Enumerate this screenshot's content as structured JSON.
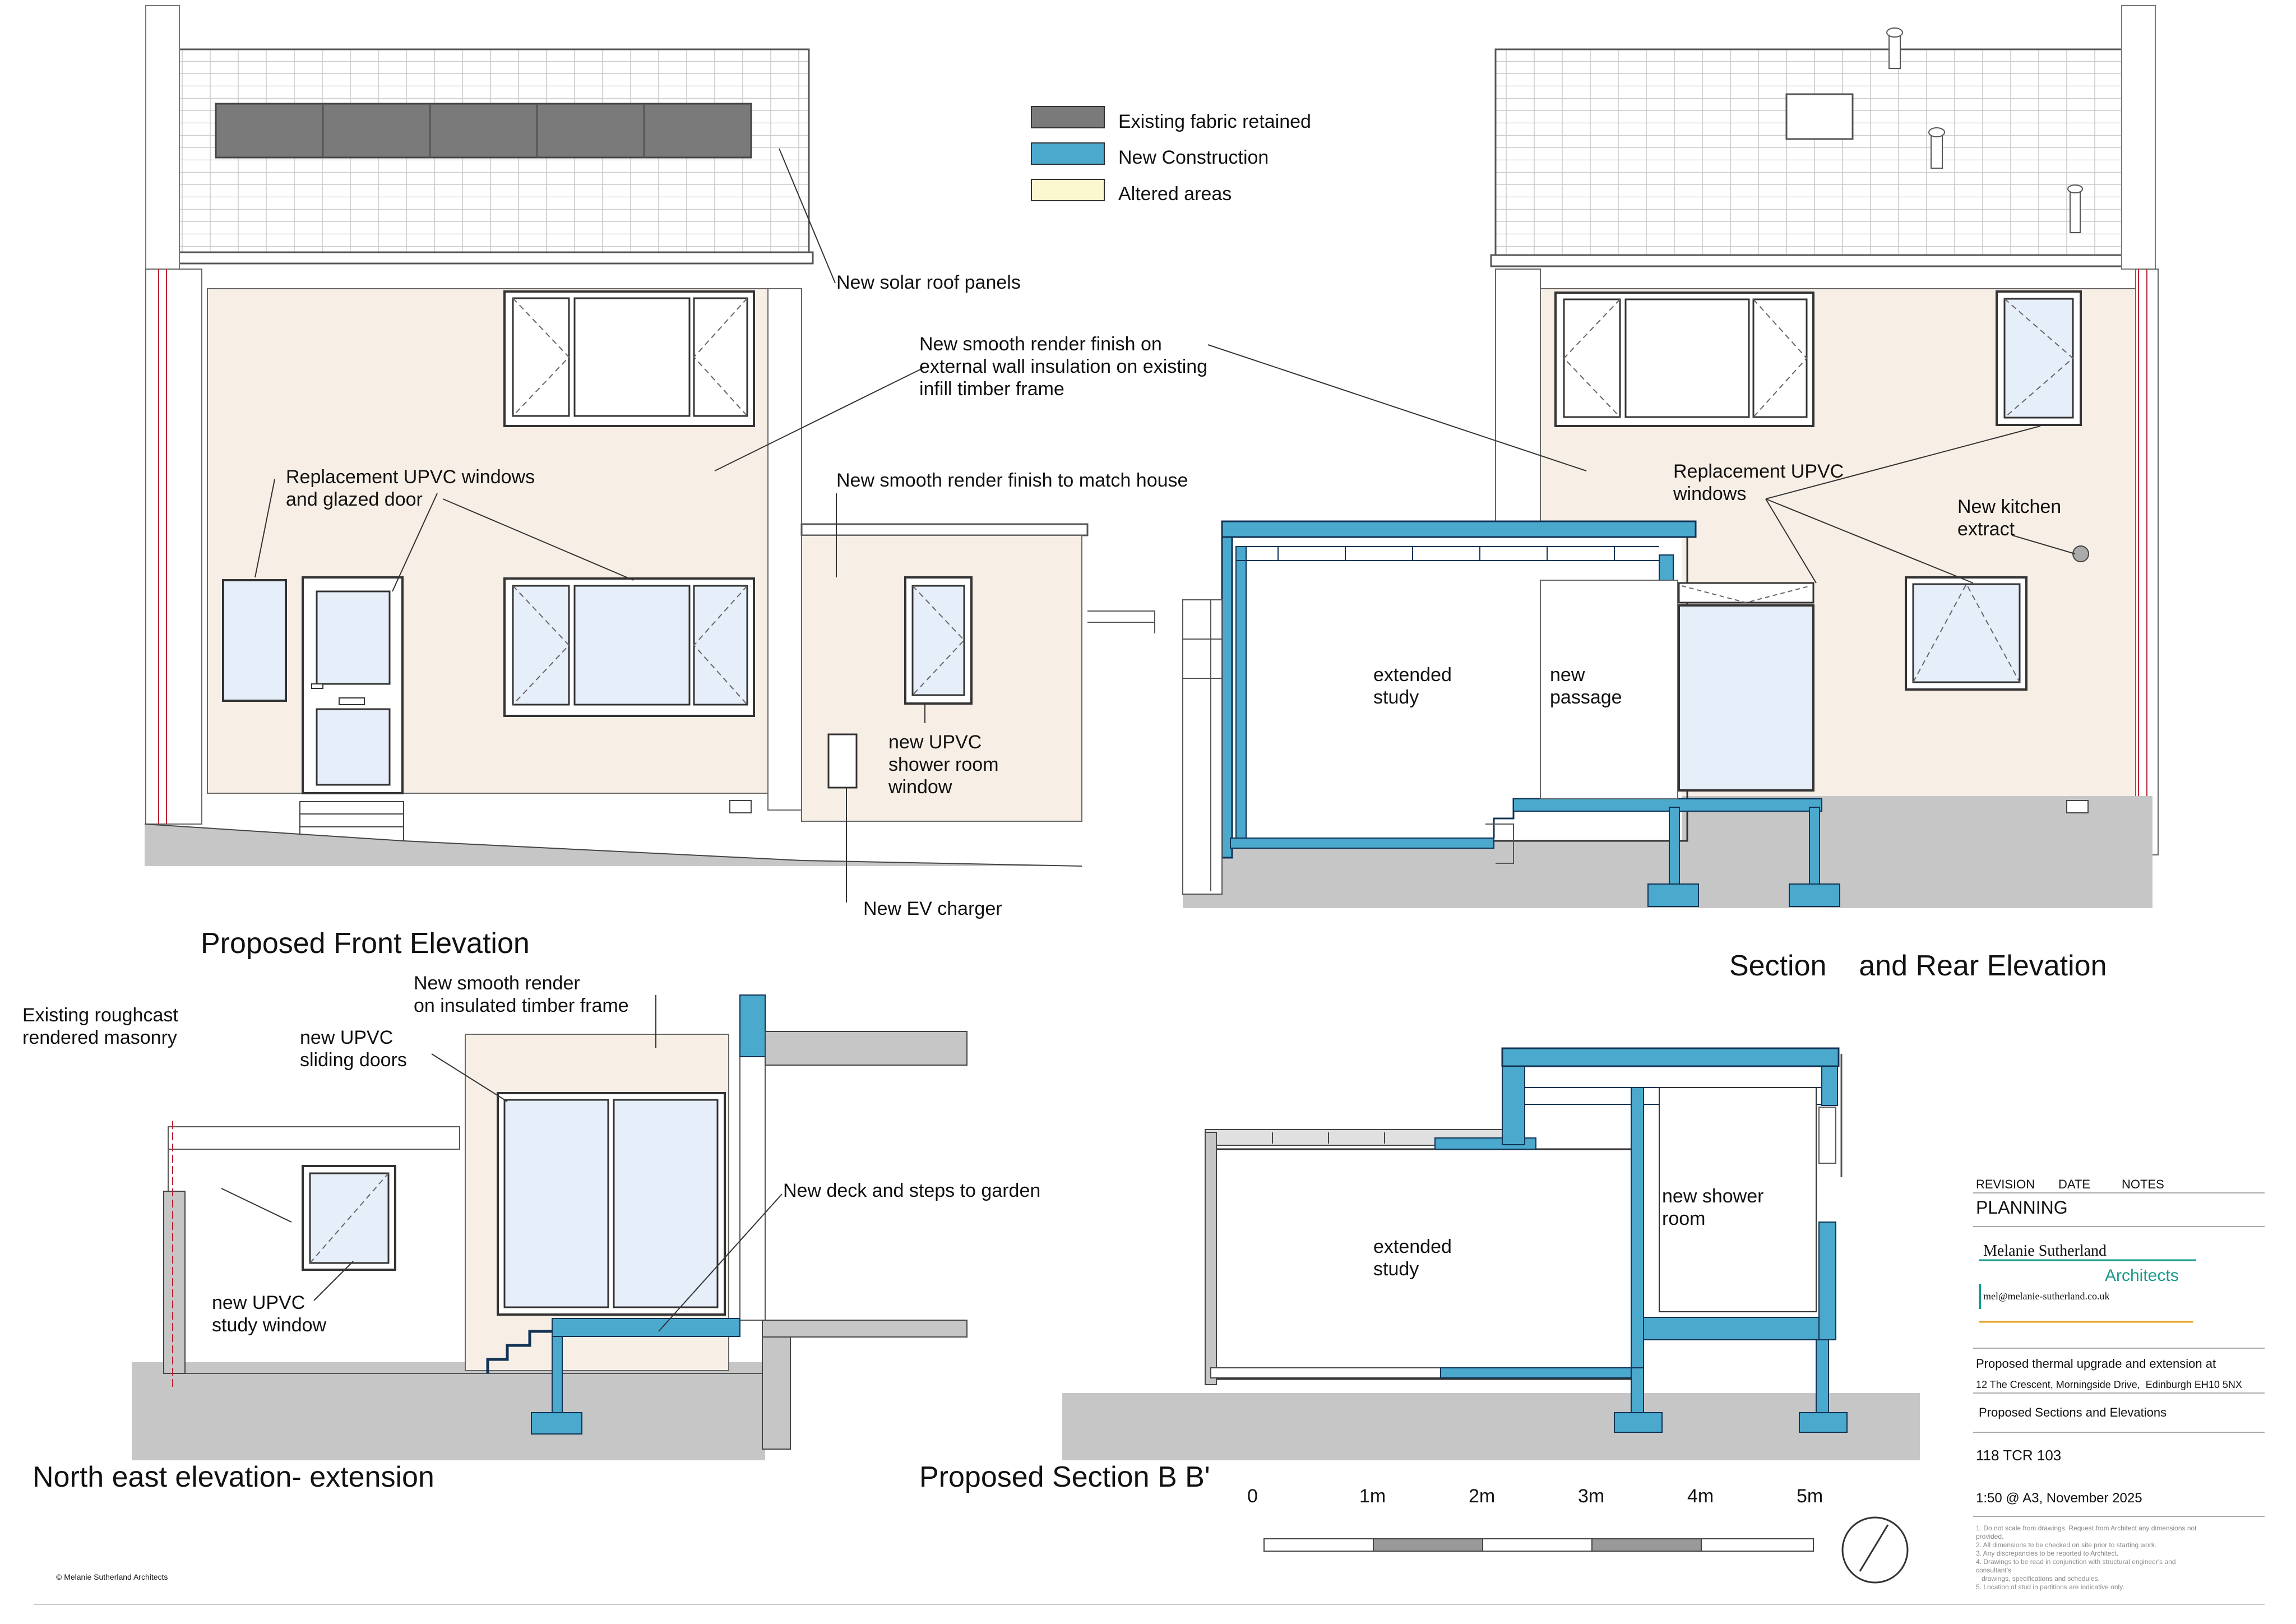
{
  "legend": {
    "existing": "Existing fabric retained",
    "new": "New Construction",
    "altered": "Altered areas"
  },
  "colors": {
    "existing_fabric": "#7a7a7a",
    "new_construction": "#4aa9cc",
    "altered_areas": "#fbf7cf",
    "render": "#f7efe6",
    "glass": "#e6eef9",
    "ground": "#c6c6c6"
  },
  "front": {
    "title": "Proposed Front Elevation",
    "solar": "New solar roof panels",
    "render": [
      "New smooth render finish on",
      "external wall insulation on existing",
      "infill timber frame"
    ],
    "windows": [
      "Replacement UPVC windows",
      "and glazed door"
    ],
    "render_match": "New smooth render finish to match house",
    "shower_window": [
      "new UPVC",
      "shower room",
      "window"
    ],
    "ev": "New EV charger"
  },
  "rear": {
    "title": "Section    and Rear Elevation",
    "windows": [
      "Replacement UPVC",
      "windows"
    ],
    "extract": [
      "New kitchen",
      "extract"
    ],
    "room1": [
      "extended",
      "study"
    ],
    "room2": [
      "new",
      "passage"
    ]
  },
  "ne": {
    "title": "North east elevation- extension",
    "roughcast": [
      "Existing roughcast",
      "rendered masonry"
    ],
    "render": [
      "New smooth render",
      "on insulated timber frame"
    ],
    "doors": [
      "new UPVC",
      "sliding doors"
    ],
    "deck": "New deck and steps to garden",
    "window": [
      "new UPVC",
      "study window"
    ]
  },
  "sectionbb": {
    "title": "Proposed Section B B'",
    "room1": [
      "extended",
      "study"
    ],
    "room2": [
      "new shower",
      "room"
    ]
  },
  "scale": {
    "labels": [
      "0",
      "1m",
      "2m",
      "3m",
      "4m",
      "5m"
    ]
  },
  "titleblock": {
    "revision": "REVISION",
    "date": "DATE",
    "notes": "NOTES",
    "status": "PLANNING",
    "firm_name": "Melanie Sutherland",
    "firm_type": "Architects",
    "email": "mel@melanie-sutherland.co.uk",
    "project": "Proposed thermal upgrade and extension at",
    "address": "12 The Crescent, Morningside Drive,  Edinburgh EH10 5NX",
    "drawing": "Proposed Sections and Elevations",
    "number": "118 TCR 103",
    "scale": "1:50 @ A3, November 2025",
    "footnotes": [
      "1. Do not scale from drawings. Request from Architect any dimensions not",
      "provided.",
      "2. All dimensions to be checked on site prior to starting work.",
      "3. Any discrepancies to be reported to Architect.",
      "4. Drawings to be read in conjunction with structural engineer's and",
      "consultant's",
      "   drawings, specifications and schedules.",
      "5. Location of stud in partitions are indicative only."
    ]
  },
  "copyright": "© Melanie Sutherland Architects"
}
